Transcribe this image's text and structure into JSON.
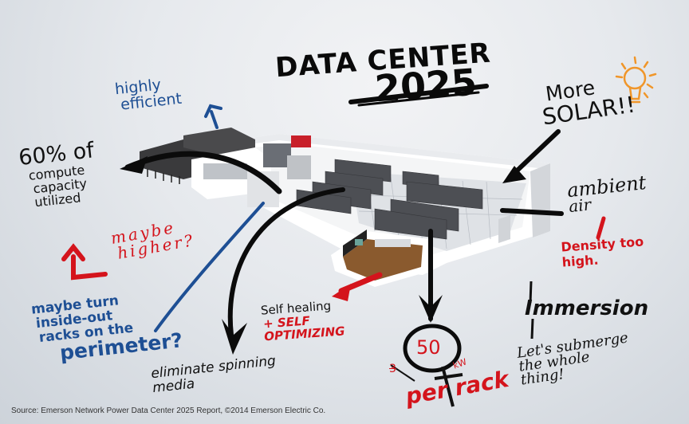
{
  "title": {
    "line1": "DATA CENTER",
    "line2": "2025"
  },
  "annotations": {
    "highly_efficient": {
      "line1": "highly",
      "line2": "efficient"
    },
    "compute": {
      "line1": "60% of",
      "line2": "compute",
      "line3": "capacity",
      "line4": "utilized"
    },
    "maybe_higher": {
      "line1": "maybe",
      "line2": "higher?"
    },
    "inside_out": {
      "line1": "maybe turn",
      "line2": "inside-out",
      "line3": "racks on the",
      "line4": "perimeter?"
    },
    "solar": {
      "line1": "More",
      "line2": "SOLAR!!"
    },
    "ambient": {
      "line1": "ambient",
      "line2": "air"
    },
    "density": {
      "line1": "Density too",
      "line2": "high."
    },
    "immersion": {
      "label": "Immersion"
    },
    "submerge": {
      "line1": "Let's submerge",
      "line2": "the whole",
      "line3": "thing!"
    },
    "self_healing": {
      "line1": "Self healing",
      "line2": "+ SELF",
      "line3": "OPTIMIZING"
    },
    "spinning": {
      "line1": "eliminate spinning",
      "line2": "media"
    },
    "per_rack": {
      "value": "50",
      "unit": "kW",
      "struck": "3",
      "label": "per rack"
    }
  },
  "icons": {
    "bulb": "lightbulb-icon"
  },
  "colors": {
    "black": "#111111",
    "blue": "#1e4f94",
    "red": "#d4141c",
    "orange": "#f0962a"
  },
  "footer": {
    "source": "Source: Emerson Network Power Data Center 2025 Report, ©2014 Emerson Electric Co."
  }
}
